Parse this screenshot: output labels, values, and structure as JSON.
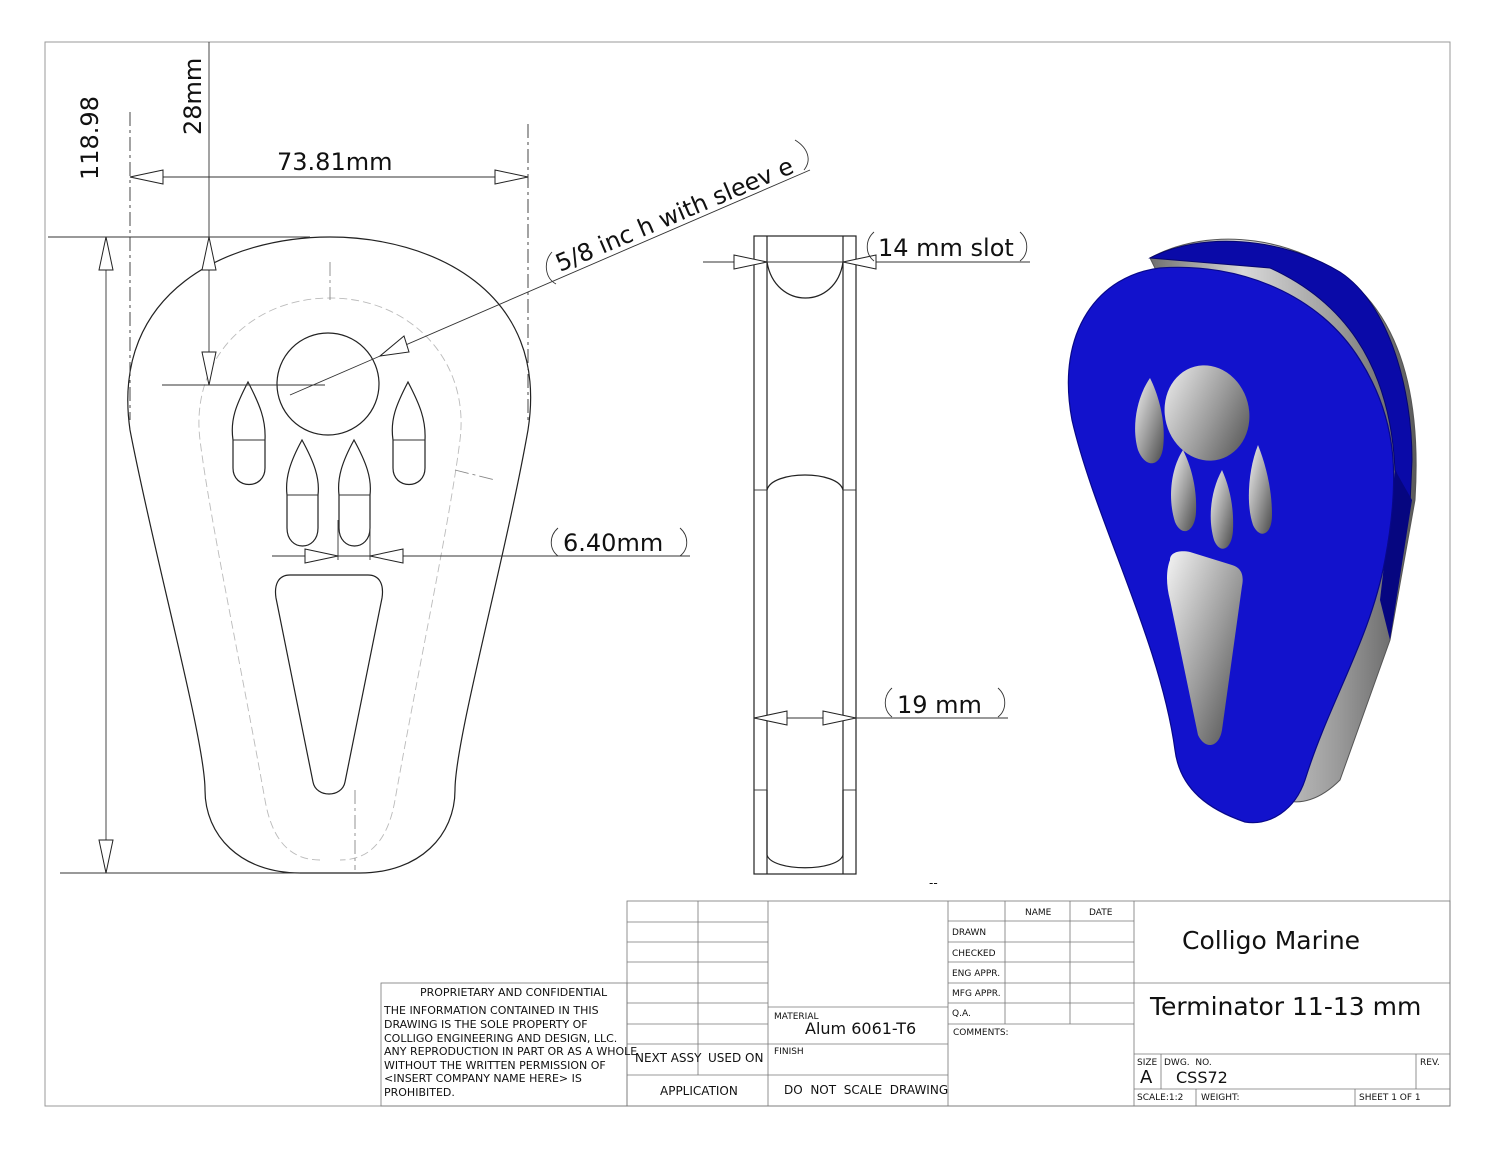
{
  "dimensions": {
    "height_overall": "118.98",
    "top_offset": "28mm",
    "width_overall": "73.81mm",
    "bore_note": "5/8 inc h with sleev e",
    "slot": "14 mm slot",
    "web": "6.40mm",
    "thickness": "19 mm"
  },
  "view_marker": "--",
  "title_block": {
    "col_name": "NAME",
    "col_date": "DATE",
    "rows": [
      "DRAWN",
      "CHECKED",
      "ENG APPR.",
      "MFG APPR.",
      "Q.A."
    ],
    "comments": "COMMENTS:",
    "material_label": "MATERIAL",
    "material_value": "Alum 6061-T6",
    "finish_label": "FINISH",
    "next_assy": "NEXT ASSY",
    "used_on": "USED ON",
    "application": "APPLICATION",
    "no_scale": "DO  NOT  SCALE  DRAWING",
    "company": "Colligo Marine",
    "title": "Terminator 11-13 mm",
    "size_label": "SIZE",
    "size_value": "A",
    "dwg_no_label": "DWG.  NO.",
    "dwg_no_value": "CSS72",
    "rev_label": "REV.",
    "scale": "SCALE:1:2",
    "weight": "WEIGHT:",
    "sheet": "SHEET 1 OF 1",
    "proprietary_title": "PROPRIETARY AND CONFIDENTIAL",
    "proprietary_lines": [
      "THE INFORMATION CONTAINED IN THIS",
      "DRAWING IS THE SOLE PROPERTY OF",
      "COLLIGO ENGINEERING AND DESIGN, LLC.",
      "ANY REPRODUCTION IN PART OR AS A WHOLE",
      "WITHOUT THE WRITTEN PERMISSION OF",
      "<INSERT COMPANY NAME HERE> IS",
      "PROHIBITED."
    ]
  },
  "colors": {
    "part_face": "#1010c8",
    "part_side": "#9a9a9a"
  }
}
